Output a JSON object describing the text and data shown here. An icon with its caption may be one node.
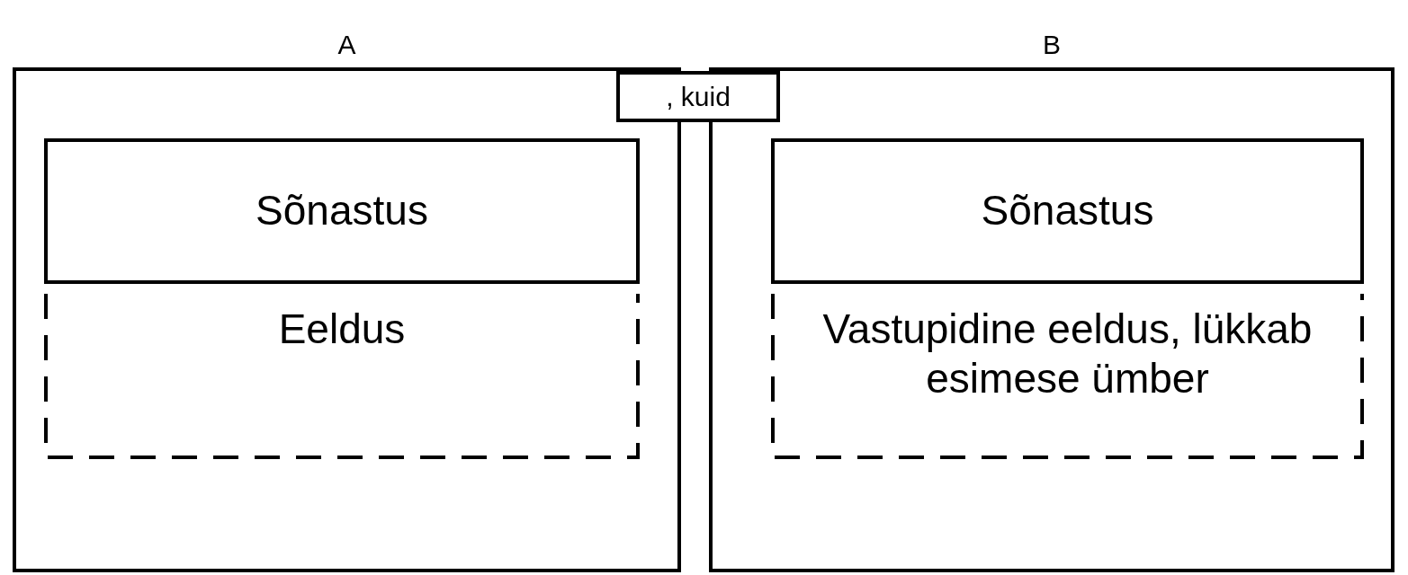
{
  "diagram": {
    "nodes": [
      {
        "text": [
          "A"
        ]
      },
      {
        "text": [
          "Sõnastus"
        ],
        "in": 0
      },
      {
        "text": [
          "Eeldus"
        ],
        "in": 0
      },
      {
        "text": [
          "B"
        ]
      },
      {
        "text": [
          "Sõnastus"
        ],
        "in": 3
      },
      {
        "text": [
          "Vastupidine eeldus, lükkab esimese ümber"
        ],
        "in": 3
      },
      {
        "text": [
          ", kuid"
        ]
      }
    ]
  }
}
